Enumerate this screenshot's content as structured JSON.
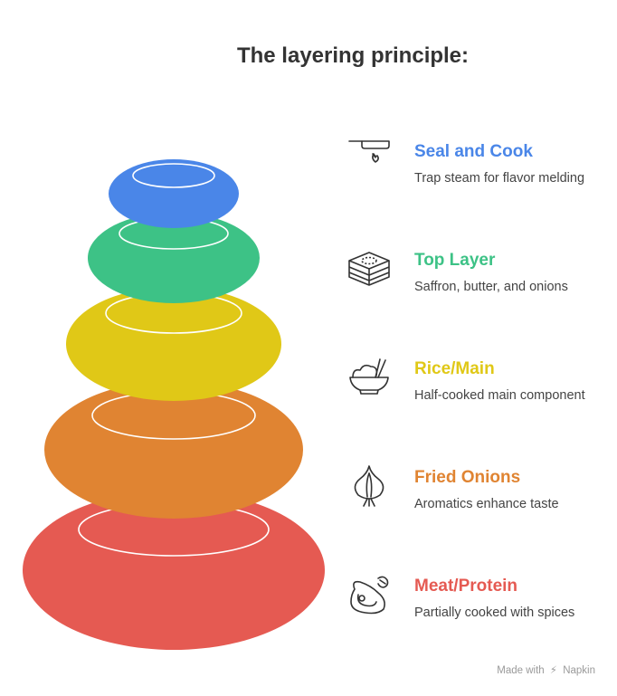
{
  "title": "The layering principle:",
  "layers": [
    {
      "label": "Seal and Cook",
      "desc": "Trap steam for flavor melding",
      "color": "#4A86E8",
      "icon": "pan-on-flame-icon"
    },
    {
      "label": "Top Layer",
      "desc": "Saffron, butter, and onions",
      "color": "#3DC286",
      "icon": "layer-cake-icon"
    },
    {
      "label": "Rice/Main",
      "desc": "Half-cooked main component",
      "color": "#E0C817",
      "icon": "rice-bowl-icon"
    },
    {
      "label": "Fried Onions",
      "desc": "Aromatics enhance taste",
      "color": "#E08432",
      "icon": "onion-icon"
    },
    {
      "label": "Meat/Protein",
      "desc": "Partially cooked with spices",
      "color": "#E55A52",
      "icon": "meat-icon"
    }
  ],
  "footer": {
    "made_with": "Made with",
    "brand": "Napkin"
  }
}
